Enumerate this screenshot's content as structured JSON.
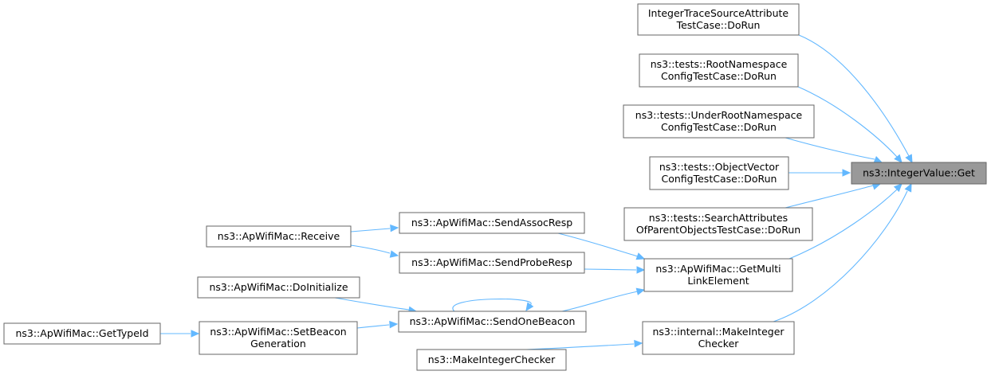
{
  "graph": {
    "root": {
      "label": "ns3::IntegerValue::Get"
    },
    "nodes": [
      {
        "id": "root",
        "lines": [
          "ns3::IntegerValue::Get"
        ]
      },
      {
        "id": "integer-trace-source",
        "lines": [
          "IntegerTraceSourceAttribute",
          "TestCase::DoRun"
        ]
      },
      {
        "id": "root-namespace",
        "lines": [
          "ns3::tests::RootNamespace",
          "ConfigTestCase::DoRun"
        ]
      },
      {
        "id": "under-root-namespace",
        "lines": [
          "ns3::tests::UnderRootNamespace",
          "ConfigTestCase::DoRun"
        ]
      },
      {
        "id": "object-vector",
        "lines": [
          "ns3::tests::ObjectVector",
          "ConfigTestCase::DoRun"
        ]
      },
      {
        "id": "search-attributes",
        "lines": [
          "ns3::tests::SearchAttributes",
          "OfParentObjectsTestCase::DoRun"
        ]
      },
      {
        "id": "get-multi-link-element",
        "lines": [
          "ns3::ApWifiMac::GetMulti",
          "LinkElement"
        ]
      },
      {
        "id": "make-integer-checker-internal",
        "lines": [
          "ns3::internal::MakeInteger",
          "Checker"
        ]
      },
      {
        "id": "send-assoc-resp",
        "lines": [
          "ns3::ApWifiMac::SendAssocResp"
        ]
      },
      {
        "id": "send-probe-resp",
        "lines": [
          "ns3::ApWifiMac::SendProbeResp"
        ]
      },
      {
        "id": "send-one-beacon",
        "lines": [
          "ns3::ApWifiMac::SendOneBeacon"
        ]
      },
      {
        "id": "receive",
        "lines": [
          "ns3::ApWifiMac::Receive"
        ]
      },
      {
        "id": "do-initialize",
        "lines": [
          "ns3::ApWifiMac::DoInitialize"
        ]
      },
      {
        "id": "set-beacon-generation",
        "lines": [
          "ns3::ApWifiMac::SetBeacon",
          "Generation"
        ]
      },
      {
        "id": "get-type-id",
        "lines": [
          "ns3::ApWifiMac::GetTypeId"
        ]
      },
      {
        "id": "make-integer-checker",
        "lines": [
          "ns3::MakeIntegerChecker"
        ]
      }
    ],
    "edges": [
      {
        "from": "integer-trace-source",
        "to": "root"
      },
      {
        "from": "root-namespace",
        "to": "root"
      },
      {
        "from": "under-root-namespace",
        "to": "root"
      },
      {
        "from": "object-vector",
        "to": "root"
      },
      {
        "from": "search-attributes",
        "to": "root"
      },
      {
        "from": "get-multi-link-element",
        "to": "root"
      },
      {
        "from": "make-integer-checker-internal",
        "to": "root"
      },
      {
        "from": "send-assoc-resp",
        "to": "get-multi-link-element"
      },
      {
        "from": "send-probe-resp",
        "to": "get-multi-link-element"
      },
      {
        "from": "send-one-beacon",
        "to": "get-multi-link-element"
      },
      {
        "from": "receive",
        "to": "send-assoc-resp"
      },
      {
        "from": "receive",
        "to": "send-probe-resp"
      },
      {
        "from": "do-initialize",
        "to": "send-one-beacon"
      },
      {
        "from": "set-beacon-generation",
        "to": "send-one-beacon"
      },
      {
        "from": "send-one-beacon",
        "to": "send-one-beacon"
      },
      {
        "from": "get-type-id",
        "to": "set-beacon-generation"
      },
      {
        "from": "make-integer-checker",
        "to": "make-integer-checker-internal"
      }
    ],
    "colors": {
      "edge": "#63b8ff",
      "node_border": "#666666",
      "root_fill": "#999999",
      "node_fill": "#ffffff"
    }
  }
}
